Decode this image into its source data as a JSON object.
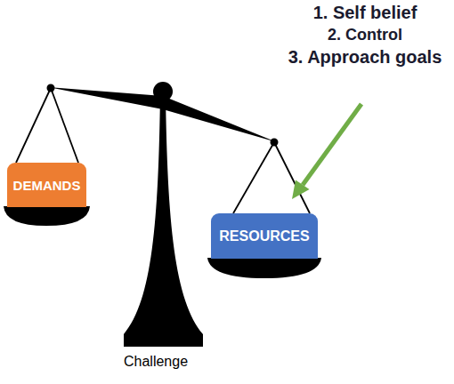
{
  "diagram": {
    "caption": "Challenge",
    "nodes": [
      {
        "text": [
          "DEMANDS"
        ]
      },
      {
        "text": [
          "RESOURCES"
        ]
      }
    ],
    "labels": [
      "1. Self belief",
      "2. Control",
      "3. Approach goals"
    ]
  }
}
